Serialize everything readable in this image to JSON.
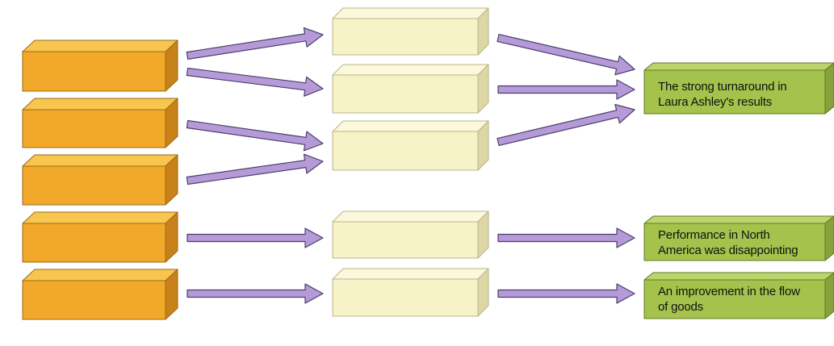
{
  "colors": {
    "cause_front": "#f2a92a",
    "cause_top": "#f8c54e",
    "cause_side": "#c9821a",
    "middle_front": "#f7f3c8",
    "middle_top": "#fbf8dc",
    "middle_side": "#ddd7a6",
    "outcome_front": "#a4c24c",
    "outcome_top": "#bcd46a",
    "outcome_side": "#86a23a",
    "arrow_fill": "#b69ad8",
    "arrow_stroke": "#4a3e6a"
  },
  "outcomes": [
    {
      "text": "The strong turnaround in Laura Ashley's results"
    },
    {
      "text": "Performance in North America was disappointing"
    },
    {
      "text": "An improvement in the flow of goods"
    }
  ],
  "causes": [
    {
      "text": ""
    },
    {
      "text": ""
    },
    {
      "text": ""
    },
    {
      "text": ""
    },
    {
      "text": ""
    }
  ],
  "middles": [
    {
      "text": ""
    },
    {
      "text": ""
    },
    {
      "text": ""
    },
    {
      "text": ""
    },
    {
      "text": ""
    }
  ]
}
